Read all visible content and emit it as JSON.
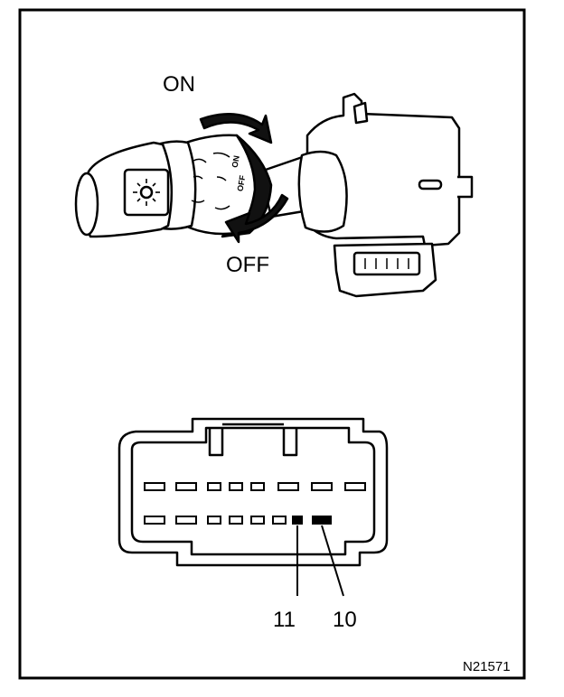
{
  "switch_labels": {
    "on": "ON",
    "off": "OFF"
  },
  "knob_markings": {
    "position_on": "ON",
    "position_off": "OFF"
  },
  "connector": {
    "terminal_a": "11",
    "terminal_b": "10"
  },
  "figure_id": "N21571",
  "colors": {
    "ink": "#000000",
    "paper": "#ffffff"
  }
}
